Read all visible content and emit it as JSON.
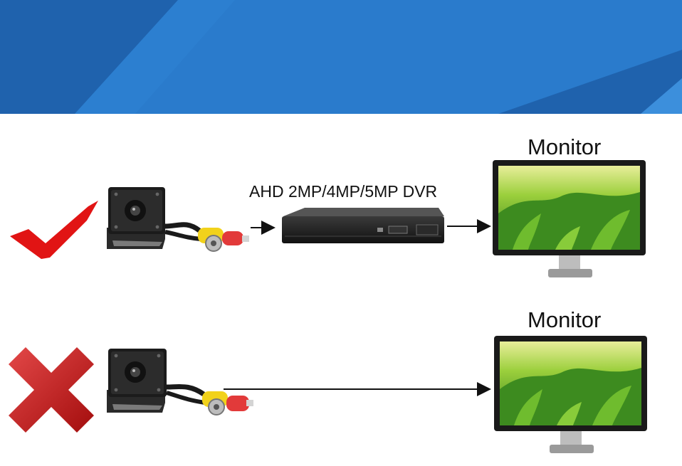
{
  "banner": {
    "colors": {
      "base": "#2a7bcc",
      "dark": "#1f62ad",
      "light": "#3c8fdc"
    }
  },
  "rows": [
    {
      "status": "correct",
      "status_icon": "checkmark-icon",
      "status_color": "#e11414",
      "device_label": "AHD 2MP/4MP/5MP DVR",
      "display_label": "Monitor"
    },
    {
      "status": "incorrect",
      "status_icon": "cross-icon",
      "status_color": "#c81414",
      "display_label": "Monitor"
    }
  ],
  "colors": {
    "connector_yellow": "#f2d21b",
    "connector_red": "#e23a3a",
    "screen_green": "#5aa82a",
    "arrow": "#111111"
  }
}
